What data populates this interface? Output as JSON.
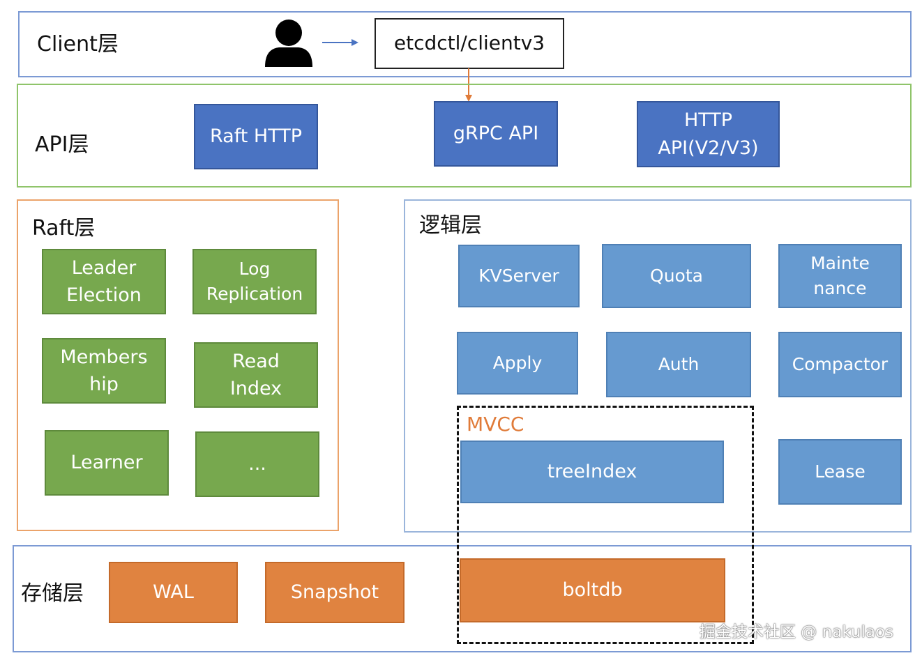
{
  "client_layer": {
    "label": "Client层",
    "client_box": "etcdctl/clientv3"
  },
  "api_layer": {
    "label": "API层",
    "boxes": [
      "Raft HTTP",
      "gRPC API",
      "HTTP API(V2/V3)"
    ],
    "http_line1": "HTTP",
    "http_line2": "API(V2/V3)"
  },
  "raft_layer": {
    "label": "Raft层",
    "leader_l1": "Leader",
    "leader_l2": "Election",
    "log_l1": "Log",
    "log_l2": "Replication",
    "members_l1": "Members",
    "members_l2": "hip",
    "read_l1": "Read",
    "read_l2": "Index",
    "learner": "Learner",
    "more": "..."
  },
  "logic_layer": {
    "label": "逻辑层",
    "kvserver": "KVServer",
    "quota": "Quota",
    "maint_l1": "Mainte",
    "maint_l2": "nance",
    "apply": "Apply",
    "auth": "Auth",
    "compactor": "Compactor",
    "mvcc_label": "MVCC",
    "treeindex": "treeIndex",
    "lease": "Lease"
  },
  "storage_layer": {
    "label": "存储层",
    "wal": "WAL",
    "snapshot": "Snapshot",
    "boltdb": "boltdb"
  },
  "watermark": "掘金技术社区 @ nakulaos",
  "colors": {
    "client_border": "#7c9ad4",
    "api_border": "#8fc46a",
    "raft_border": "#eba36a",
    "logic_border": "#9ab5db",
    "storage_border": "#7c9ad4",
    "green": "#77a84e",
    "dark_blue": "#4a73c2",
    "light_blue": "#669ad0",
    "orange": "#e08340",
    "mvcc_text": "#e07b39",
    "connector": "#e07b39"
  },
  "icons": [
    "user-icon",
    "arrow-right-icon",
    "arrow-down-icon"
  ]
}
